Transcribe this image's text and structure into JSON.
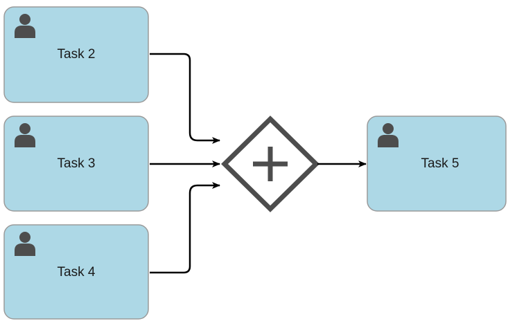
{
  "diagram": {
    "task_fill": "#ADD8E6",
    "task_stroke": "#9a9a9a",
    "icon_color": "#4d4d4d",
    "gateway_stroke": "#4d4d4d",
    "arrow_color": "#000000",
    "tasks": [
      {
        "label": "Task 2",
        "icon": "user-icon"
      },
      {
        "label": "Task 3",
        "icon": "user-icon"
      },
      {
        "label": "Task 4",
        "icon": "user-icon"
      },
      {
        "label": "Task 5",
        "icon": "user-icon"
      }
    ],
    "gateway": {
      "type": "parallel",
      "icon": "plus-icon"
    }
  }
}
